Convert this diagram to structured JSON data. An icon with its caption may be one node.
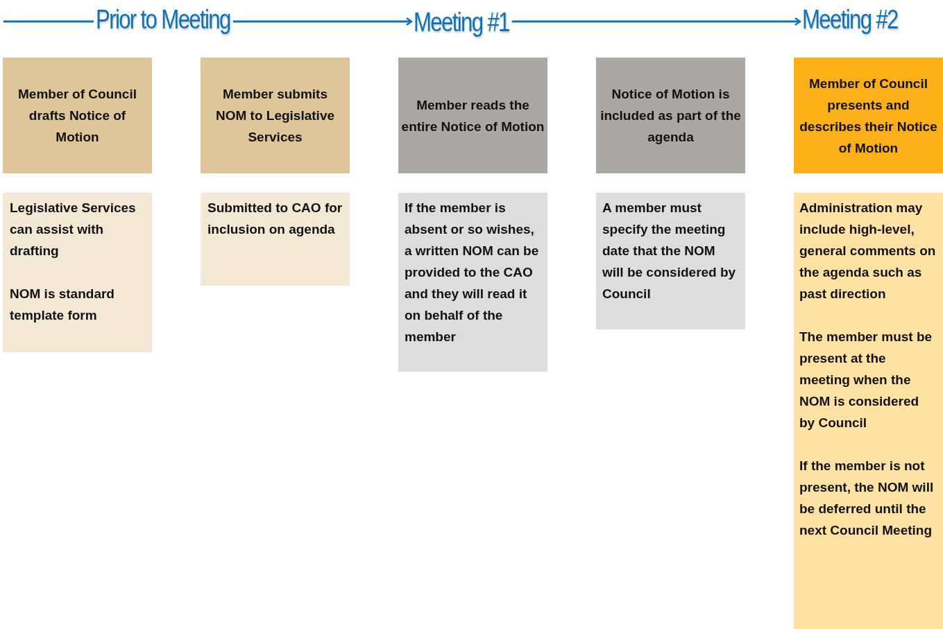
{
  "diagram": {
    "nodes": [
      {
        "text": [
          "Prior to Meeting"
        ]
      },
      {
        "text": [
          "Meeting #1"
        ]
      },
      {
        "text": [
          "Meeting #2"
        ]
      },
      {
        "text": [
          "Member of Council drafts Notice of Motion"
        ]
      },
      {
        "text": [
          "Member submits NOM to Legislative Services"
        ]
      },
      {
        "text": [
          "Member reads the entire Notice of Motion"
        ]
      },
      {
        "text": [
          "Notice of Motion is included as part of the agenda"
        ]
      },
      {
        "text": [
          "Member of Council presents and describes their Notice of Motion"
        ]
      },
      {
        "text": [
          "Legislative Services can assist with drafting",
          "NOM is standard template form"
        ]
      },
      {
        "text": [
          "Submitted to CAO for inclusion on agenda"
        ]
      },
      {
        "text": [
          "If the member is absent or so wishes, a written NOM can be provided to the CAO and they will read it on behalf of the member"
        ]
      },
      {
        "text": [
          "A member must specify the meeting date that the NOM will be considered by Council"
        ]
      },
      {
        "text": [
          "Administration may include high-level, general comments on the agenda such as past direction",
          "The member must be present at the meeting when the NOM is considered by Council",
          "If the member is not present, the NOM will be deferred until the next Council Meeting"
        ]
      }
    ],
    "edges": [
      {
        "from": null,
        "to": 0,
        "arrow": "none"
      },
      {
        "from": 0,
        "to": 1,
        "arrow": "to"
      },
      {
        "from": 1,
        "to": 2,
        "arrow": "to"
      }
    ]
  }
}
